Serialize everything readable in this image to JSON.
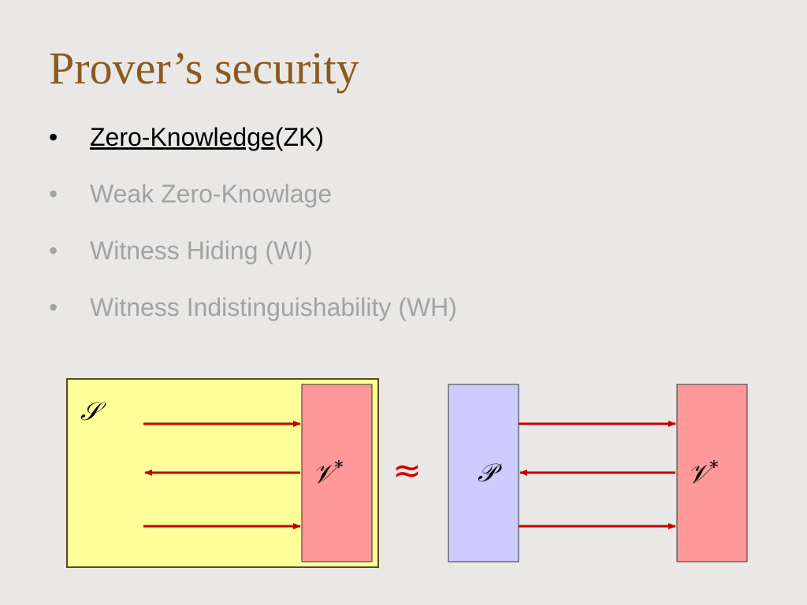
{
  "title": "Prover’s security",
  "bullets": [
    {
      "main": "Zero-Knowledge",
      "suffix": " (ZK)"
    },
    {
      "main": "Weak Zero-Knowlage",
      "suffix": ""
    },
    {
      "main": "Witness Hiding (WI)",
      "suffix": ""
    },
    {
      "main": "Witness Indistinguishability (WH)",
      "suffix": ""
    }
  ],
  "bullet_symbol": "•",
  "diagram": {
    "simulator_label": "𝒮",
    "verifier_label": "𝒱",
    "verifier_sup": "*",
    "prover_label": "𝒫",
    "approx_symbol": "≈"
  },
  "colors": {
    "title": "#8a5a1f",
    "simulator_box_fill": "#ffff99",
    "simulator_box_border": "#5a4a1a",
    "verifier_box_fill": "#ff9999",
    "prover_box_fill": "#ccccff",
    "arrow": "#c00000",
    "approx": "#d00000",
    "dim_text": "#a3a3a3"
  }
}
